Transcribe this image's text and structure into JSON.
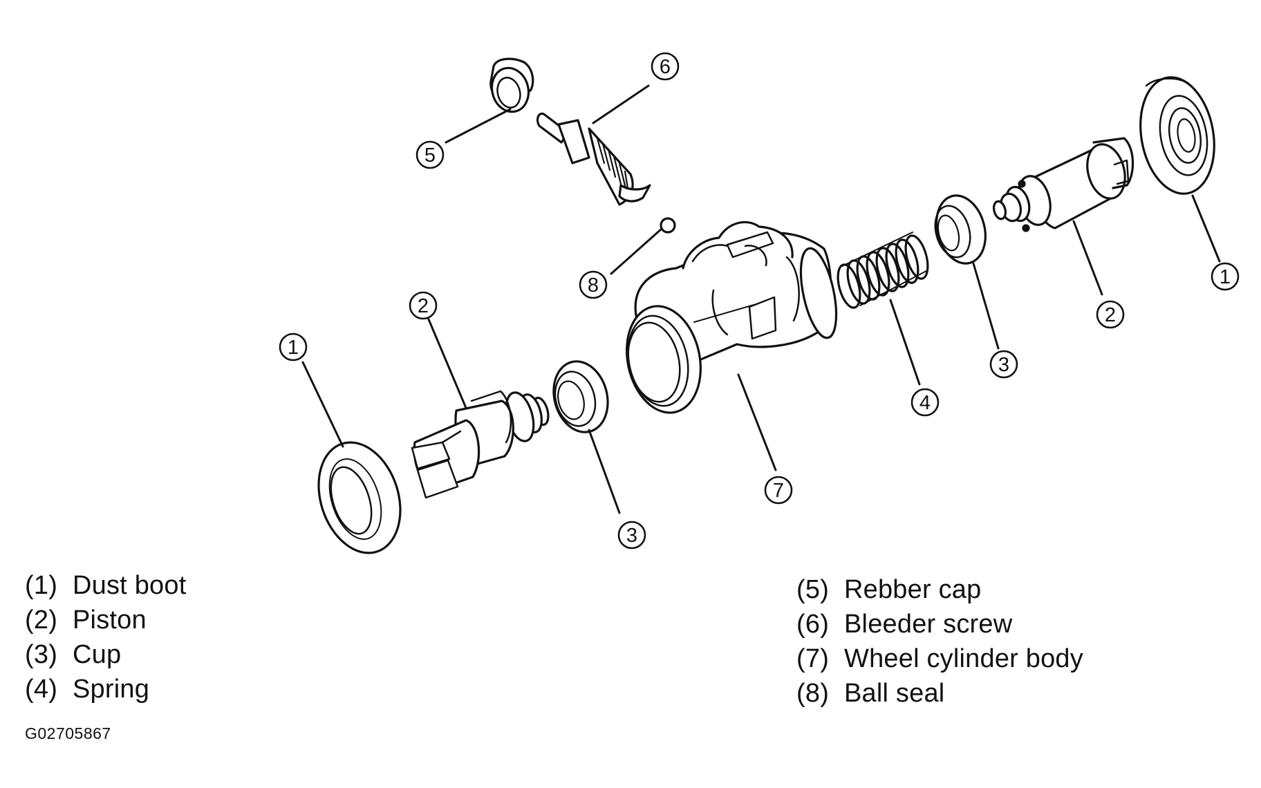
{
  "callouts": {
    "c1_right": "1",
    "c2_right": "2",
    "c3_right": "3",
    "c4": "4",
    "c5": "5",
    "c6": "6",
    "c7": "7",
    "c8": "8",
    "c1_left": "1",
    "c2_left": "2",
    "c3_left": "3"
  },
  "legend": {
    "left": [
      {
        "num": "(1)",
        "label": "Dust boot"
      },
      {
        "num": "(2)",
        "label": "Piston"
      },
      {
        "num": "(3)",
        "label": "Cup"
      },
      {
        "num": "(4)",
        "label": "Spring"
      }
    ],
    "right": [
      {
        "num": "(5)",
        "label": "Rebber cap"
      },
      {
        "num": "(6)",
        "label": "Bleeder screw"
      },
      {
        "num": "(7)",
        "label": "Wheel cylinder body"
      },
      {
        "num": "(8)",
        "label": "Ball seal"
      }
    ]
  },
  "figure_code": "G02705867"
}
